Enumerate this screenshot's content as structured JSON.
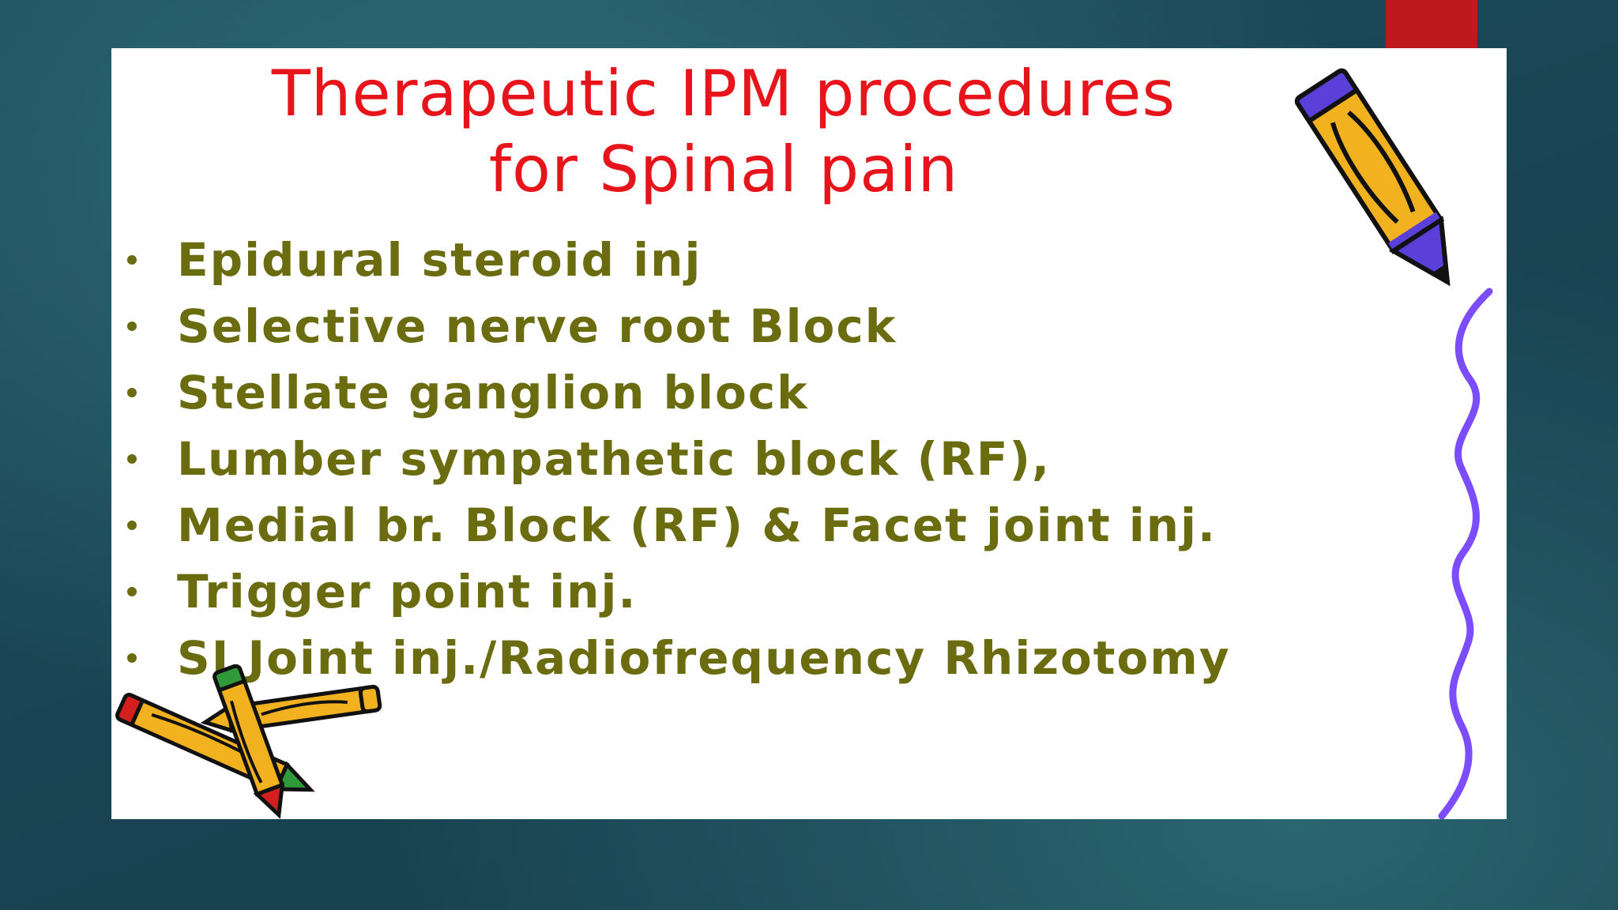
{
  "slide": {
    "title_line1": "Therapeutic IPM procedures",
    "title_line2": "for Spinal pain",
    "bullets": [
      "Epidural steroid inj",
      "Selective nerve root Block",
      "Stellate ganglion block",
      "Lumber sympathetic block (RF),",
      "Medial br. Block (RF) & Facet joint inj.",
      "Trigger point inj.",
      "SI Joint inj./Radiofrequency Rhizotomy"
    ]
  },
  "colors": {
    "title": "#e8141c",
    "bullet_text": "#6b6b10",
    "background": "#1d4f5e",
    "accent_tab": "#c0191c",
    "squiggle": "#7b4dff"
  },
  "icons": [
    "pencil-icon",
    "crossed-pencils-icon",
    "squiggle-line"
  ]
}
